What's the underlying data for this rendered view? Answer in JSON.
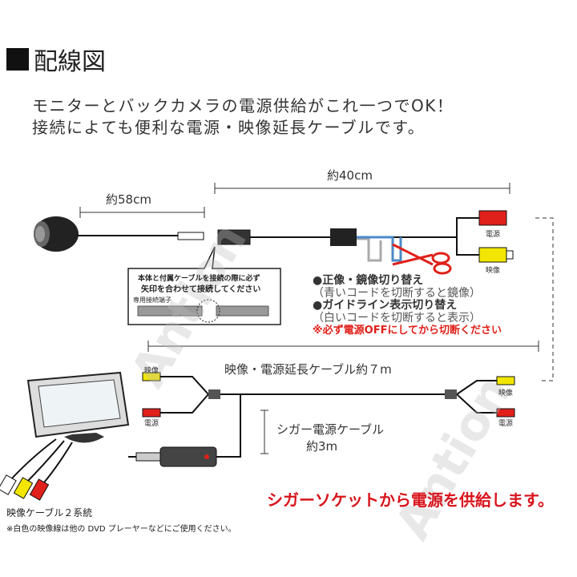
{
  "heading": "配線図",
  "intro": [
    "モニターとバックカメラの電源供給がこれ一つでOK！",
    "接続によても便利な電源・映像延長ケーブルです。"
  ],
  "dimensions": {
    "camera_cable": "約58cm",
    "adapter_cable": "約40cm",
    "extension_cable": "映像・電源延長ケーブル約７m",
    "cigar_cable": "シガー電源ケーブル",
    "cigar_length": "約3m"
  },
  "callout": {
    "line1": "本体と付属ケーブルを接続の際に必ず",
    "line2": "矢印を合わせて接続してください",
    "terminal": "専用接続端子"
  },
  "notes": {
    "mirror_title": "●正像・鏡像切り替え",
    "mirror_desc": "（青いコードを切断すると鏡像）",
    "guide_title": "●ガイドライン表示切り替え",
    "guide_desc": "（白いコードを切断すると表示）",
    "warning": "※必ず電源OFFにしてから切断ください"
  },
  "connectors": {
    "power": "電源",
    "video": "映像"
  },
  "monitor": {
    "caption": "映像ケーブル２系統",
    "note": "※白色の映像線は他の DVD プレーヤーなどにご使用ください。"
  },
  "slogan": "シガーソケットから電源を供給します。",
  "watermark": "Antion",
  "colors": {
    "red": "#e0201a",
    "yellow": "#f2e600",
    "blue_wire": "#4a8ac8",
    "scissors": "#e0201a"
  }
}
